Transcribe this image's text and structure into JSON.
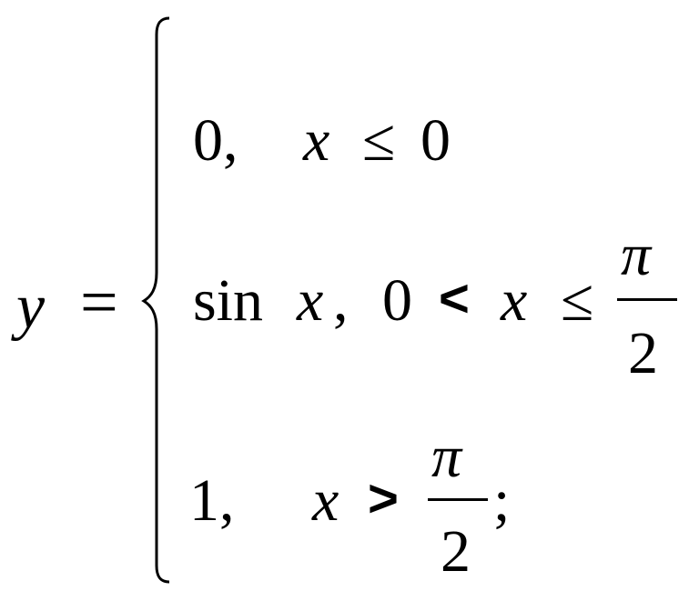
{
  "lhs": {
    "var": "y",
    "eq": "="
  },
  "cases": [
    {
      "value": "0,",
      "condition": {
        "var": "x",
        "op": "≤",
        "rhs": "0"
      }
    },
    {
      "value": {
        "func": "sin",
        "arg": "x",
        "comma": ","
      },
      "condition": {
        "left": "0",
        "op1": "<",
        "var": "x",
        "op2": "≤",
        "fraction": {
          "numerator": "π",
          "denominator": "2"
        }
      }
    },
    {
      "value": "1,",
      "condition": {
        "var": "x",
        "op": ">",
        "fraction": {
          "numerator": "π",
          "denominator": "2"
        },
        "end": ";"
      }
    }
  ]
}
